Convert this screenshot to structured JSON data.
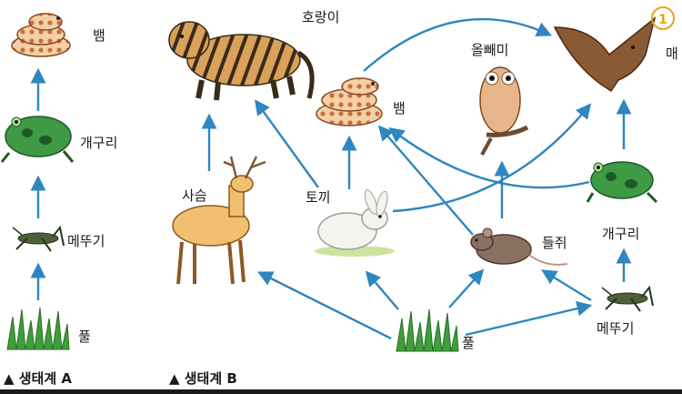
{
  "ecosystem_a": {
    "caption": "▲ 생태계 A",
    "labels": {
      "snake": "뱀",
      "frog": "개구리",
      "grasshopper": "메뚜기",
      "grass": "풀"
    }
  },
  "ecosystem_b": {
    "caption": "▲ 생태계 B",
    "labels": {
      "tiger": "호랑이",
      "snake": "뱀",
      "owl": "올빼미",
      "hawk": "매",
      "deer": "사슴",
      "rabbit": "토끼",
      "mouse": "들쥐",
      "frog": "개구리",
      "grasshopper": "메뚜기",
      "grass": "풀"
    }
  },
  "badge": "1",
  "colors": {
    "arrow": "#2f86c0",
    "badge": "#e8a21a"
  }
}
